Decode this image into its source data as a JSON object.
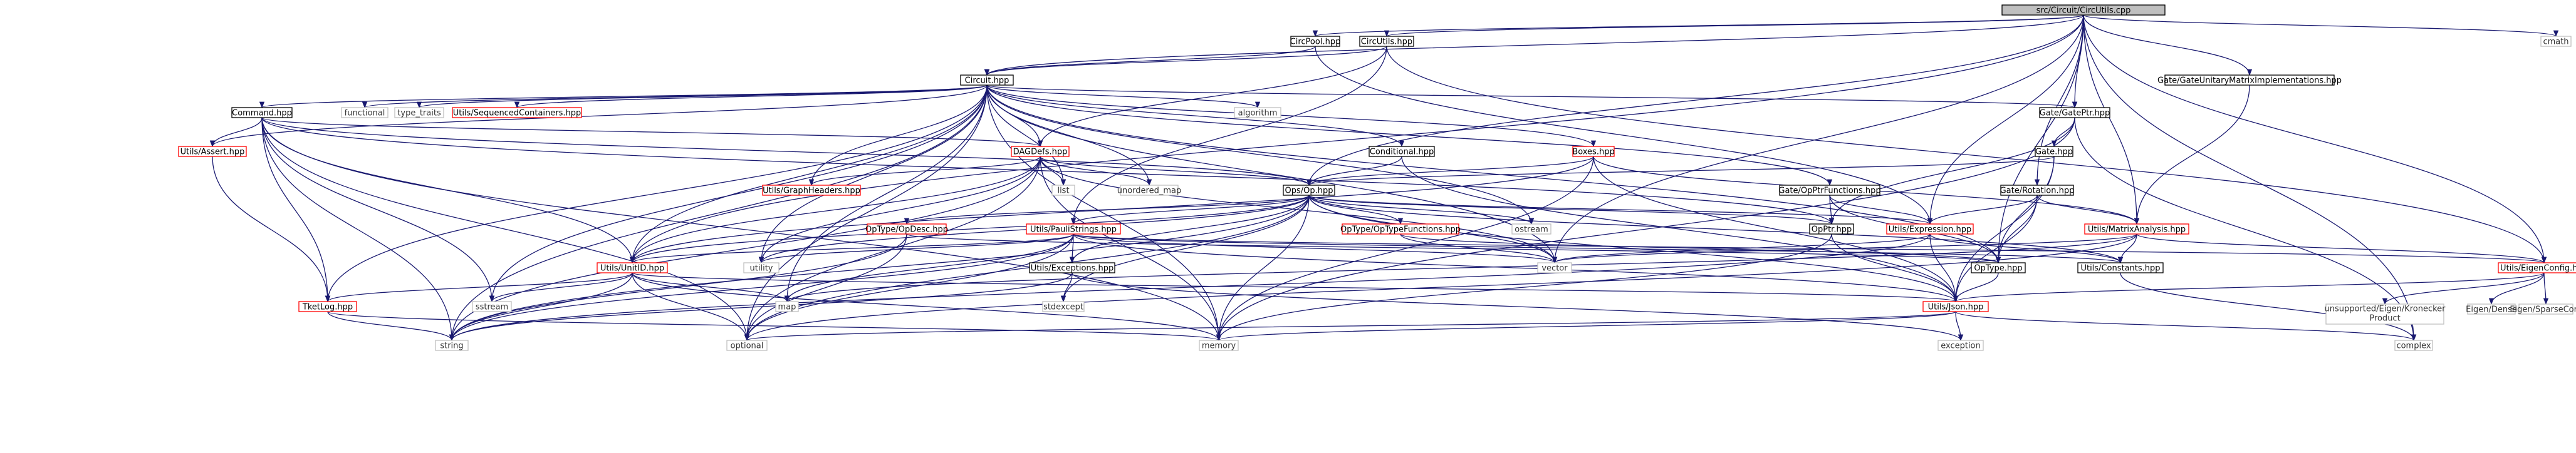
{
  "colors": {
    "edge": "#191970",
    "root_fill": "#bfbfbf",
    "border_default": "#000000",
    "border_red": "#ff0000",
    "border_system": "#bfbfbf",
    "background": "#ffffff"
  },
  "nodes": [
    {
      "id": "root",
      "label": "src/Circuit/CircUtils.cpp",
      "kind": "root"
    },
    {
      "id": "circpool",
      "label": "CircPool.hpp",
      "kind": "default"
    },
    {
      "id": "circutils",
      "label": "CircUtils.hpp",
      "kind": "default"
    },
    {
      "id": "circuit",
      "label": "Circuit.hpp",
      "kind": "default"
    },
    {
      "id": "cmath",
      "label": "cmath",
      "kind": "system"
    },
    {
      "id": "gateunitary",
      "label": "Gate/GateUnitaryMatrixImplementations.hpp",
      "kind": "default"
    },
    {
      "id": "gateptr",
      "label": "Gate/GatePtr.hpp",
      "kind": "default"
    },
    {
      "id": "gate",
      "label": "Gate.hpp",
      "kind": "default"
    },
    {
      "id": "rotation",
      "label": "Gate/Rotation.hpp",
      "kind": "default"
    },
    {
      "id": "command",
      "label": "Command.hpp",
      "kind": "default"
    },
    {
      "id": "functional",
      "label": "functional",
      "kind": "system"
    },
    {
      "id": "typetraits",
      "label": "type_traits",
      "kind": "system"
    },
    {
      "id": "seqcont",
      "label": "Utils/SequencedContainers.hpp",
      "kind": "red"
    },
    {
      "id": "algorithm",
      "label": "algorithm",
      "kind": "system"
    },
    {
      "id": "assert",
      "label": "Utils/Assert.hpp",
      "kind": "red"
    },
    {
      "id": "dagdefs",
      "label": "DAGDefs.hpp",
      "kind": "red"
    },
    {
      "id": "conditional",
      "label": "Conditional.hpp",
      "kind": "default"
    },
    {
      "id": "boxes",
      "label": "Boxes.hpp",
      "kind": "red"
    },
    {
      "id": "opptrfunc",
      "label": "Gate/OpPtrFunctions.hpp",
      "kind": "default"
    },
    {
      "id": "graphheaders",
      "label": "Utils/GraphHeaders.hpp",
      "kind": "red"
    },
    {
      "id": "list",
      "label": "list",
      "kind": "system"
    },
    {
      "id": "unorderedmap",
      "label": "unordered_map",
      "kind": "system"
    },
    {
      "id": "op",
      "label": "Ops/Op.hpp",
      "kind": "default"
    },
    {
      "id": "opdesc",
      "label": "OpType/OpDesc.hpp",
      "kind": "red"
    },
    {
      "id": "paulistrings",
      "label": "Utils/PauliStrings.hpp",
      "kind": "red"
    },
    {
      "id": "optypefunc",
      "label": "OpType/OpTypeFunctions.hpp",
      "kind": "red"
    },
    {
      "id": "ostream",
      "label": "ostream",
      "kind": "system"
    },
    {
      "id": "opptr",
      "label": "OpPtr.hpp",
      "kind": "default"
    },
    {
      "id": "expression",
      "label": "Utils/Expression.hpp",
      "kind": "red"
    },
    {
      "id": "matrixanalysis",
      "label": "Utils/MatrixAnalysis.hpp",
      "kind": "red"
    },
    {
      "id": "eigenconfig",
      "label": "Utils/EigenConfig.hpp",
      "kind": "red"
    },
    {
      "id": "unitid",
      "label": "Utils/UnitID.hpp",
      "kind": "red"
    },
    {
      "id": "utility",
      "label": "utility",
      "kind": "system"
    },
    {
      "id": "exceptions",
      "label": "Utils/Exceptions.hpp",
      "kind": "default"
    },
    {
      "id": "vector",
      "label": "vector",
      "kind": "system"
    },
    {
      "id": "optype",
      "label": "OpType.hpp",
      "kind": "default"
    },
    {
      "id": "constants",
      "label": "Utils/Constants.hpp",
      "kind": "default"
    },
    {
      "id": "sstream",
      "label": "sstream",
      "kind": "system"
    },
    {
      "id": "tketlog",
      "label": "TketLog.hpp",
      "kind": "red"
    },
    {
      "id": "map",
      "label": "map",
      "kind": "system"
    },
    {
      "id": "stdexcept",
      "label": "stdexcept",
      "kind": "system"
    },
    {
      "id": "json",
      "label": "Utils/Json.hpp",
      "kind": "red"
    },
    {
      "id": "string",
      "label": "string",
      "kind": "system"
    },
    {
      "id": "optional",
      "label": "optional",
      "kind": "system"
    },
    {
      "id": "memory",
      "label": "memory",
      "kind": "system"
    },
    {
      "id": "exception",
      "label": "exception",
      "kind": "system"
    },
    {
      "id": "complex",
      "label": "complex",
      "kind": "system"
    },
    {
      "id": "kronecker",
      "label": "unsupported/Eigen/Kronecker\nProduct",
      "kind": "system"
    },
    {
      "id": "eigendense",
      "label": "Eigen/Dense",
      "kind": "system"
    },
    {
      "id": "eigensparse",
      "label": "Eigen/SparseCore",
      "kind": "system"
    }
  ],
  "edges": [
    [
      "root",
      "circpool"
    ],
    [
      "root",
      "circutils"
    ],
    [
      "root",
      "circuit"
    ],
    [
      "root",
      "cmath"
    ],
    [
      "root",
      "gateunitary"
    ],
    [
      "root",
      "gateptr"
    ],
    [
      "root",
      "rotation"
    ],
    [
      "root",
      "op"
    ],
    [
      "root",
      "expression"
    ],
    [
      "root",
      "matrixanalysis"
    ],
    [
      "root",
      "eigenconfig"
    ],
    [
      "root",
      "unitid"
    ],
    [
      "root",
      "vector"
    ],
    [
      "root",
      "complex"
    ],
    [
      "root",
      "optype"
    ],
    [
      "circpool",
      "circuit"
    ],
    [
      "circpool",
      "expression"
    ],
    [
      "circutils",
      "circuit"
    ],
    [
      "circutils",
      "dagdefs"
    ],
    [
      "circutils",
      "paulistrings"
    ],
    [
      "circutils",
      "eigenconfig"
    ],
    [
      "circuit",
      "command"
    ],
    [
      "circuit",
      "functional"
    ],
    [
      "circuit",
      "typetraits"
    ],
    [
      "circuit",
      "seqcont"
    ],
    [
      "circuit",
      "algorithm"
    ],
    [
      "circuit",
      "assert"
    ],
    [
      "circuit",
      "dagdefs"
    ],
    [
      "circuit",
      "conditional"
    ],
    [
      "circuit",
      "boxes"
    ],
    [
      "circuit",
      "opptrfunc"
    ],
    [
      "circuit",
      "graphheaders"
    ],
    [
      "circuit",
      "list"
    ],
    [
      "circuit",
      "unorderedmap"
    ],
    [
      "circuit",
      "ostream"
    ],
    [
      "circuit",
      "gateptr"
    ],
    [
      "circuit",
      "unitid"
    ],
    [
      "circuit",
      "utility"
    ],
    [
      "circuit",
      "vector"
    ],
    [
      "circuit",
      "sstream"
    ],
    [
      "circuit",
      "tketlog"
    ],
    [
      "circuit",
      "map"
    ],
    [
      "circuit",
      "string"
    ],
    [
      "circuit",
      "optional"
    ],
    [
      "circuit",
      "memory"
    ],
    [
      "circuit",
      "optype"
    ],
    [
      "command",
      "dagdefs"
    ],
    [
      "command",
      "unitid"
    ],
    [
      "command",
      "opptr"
    ],
    [
      "command",
      "assert"
    ],
    [
      "command",
      "tketlog"
    ],
    [
      "command",
      "sstream"
    ],
    [
      "command",
      "string"
    ],
    [
      "command",
      "optional"
    ],
    [
      "command",
      "memory"
    ],
    [
      "command",
      "op"
    ],
    [
      "gateunitary",
      "matrixanalysis"
    ],
    [
      "gateptr",
      "gate"
    ],
    [
      "gateptr",
      "opptr"
    ],
    [
      "gateptr",
      "memory"
    ],
    [
      "gateptr",
      "complex"
    ],
    [
      "gate",
      "op"
    ],
    [
      "gate",
      "optype"
    ],
    [
      "gate",
      "json"
    ],
    [
      "rotation",
      "expression"
    ],
    [
      "rotation",
      "matrixanalysis"
    ],
    [
      "rotation",
      "optype"
    ],
    [
      "rotation",
      "json"
    ],
    [
      "assert",
      "tketlog"
    ],
    [
      "dagdefs",
      "graphheaders"
    ],
    [
      "dagdefs",
      "list"
    ],
    [
      "dagdefs",
      "unorderedmap"
    ],
    [
      "dagdefs",
      "op"
    ],
    [
      "dagdefs",
      "unitid"
    ],
    [
      "dagdefs",
      "utility"
    ],
    [
      "dagdefs",
      "vector"
    ],
    [
      "dagdefs",
      "string"
    ],
    [
      "dagdefs",
      "optional"
    ],
    [
      "dagdefs",
      "memory"
    ],
    [
      "conditional",
      "op"
    ],
    [
      "conditional",
      "json"
    ],
    [
      "boxes",
      "op"
    ],
    [
      "boxes",
      "matrixanalysis"
    ],
    [
      "boxes",
      "json"
    ],
    [
      "boxes",
      "memory"
    ],
    [
      "boxes",
      "unitid"
    ],
    [
      "opptrfunc",
      "opptr"
    ],
    [
      "opptrfunc",
      "expression"
    ],
    [
      "opptrfunc",
      "optype"
    ],
    [
      "op",
      "opdesc"
    ],
    [
      "op",
      "paulistrings"
    ],
    [
      "op",
      "optypefunc"
    ],
    [
      "op",
      "ostream"
    ],
    [
      "op",
      "opptr"
    ],
    [
      "op",
      "expression"
    ],
    [
      "op",
      "constants"
    ],
    [
      "op",
      "json"
    ],
    [
      "op",
      "unitid"
    ],
    [
      "op",
      "vector"
    ],
    [
      "op",
      "utility"
    ],
    [
      "op",
      "stdexcept"
    ],
    [
      "op",
      "string"
    ],
    [
      "op",
      "optional"
    ],
    [
      "op",
      "memory"
    ],
    [
      "op",
      "exceptions"
    ],
    [
      "opdesc",
      "optype"
    ],
    [
      "opdesc",
      "string"
    ],
    [
      "opdesc",
      "optional"
    ],
    [
      "optypefunc",
      "optype"
    ],
    [
      "optypefunc",
      "vector"
    ],
    [
      "paulistrings",
      "unitid"
    ],
    [
      "paulistrings",
      "exceptions"
    ],
    [
      "paulistrings",
      "constants"
    ],
    [
      "paulistrings",
      "eigenconfig"
    ],
    [
      "paulistrings",
      "json"
    ],
    [
      "paulistrings",
      "utility"
    ],
    [
      "paulistrings",
      "vector"
    ],
    [
      "paulistrings",
      "map"
    ],
    [
      "paulistrings",
      "string"
    ],
    [
      "paulistrings",
      "optional"
    ],
    [
      "opptr",
      "json"
    ],
    [
      "opptr",
      "memory"
    ],
    [
      "expression",
      "json"
    ],
    [
      "expression",
      "constants"
    ],
    [
      "expression",
      "vector"
    ],
    [
      "expression",
      "string"
    ],
    [
      "matrixanalysis",
      "eigenconfig"
    ],
    [
      "matrixanalysis",
      "constants"
    ],
    [
      "matrixanalysis",
      "vector"
    ],
    [
      "matrixanalysis",
      "map"
    ],
    [
      "matrixanalysis",
      "optional"
    ],
    [
      "eigenconfig",
      "json"
    ],
    [
      "eigenconfig",
      "kronecker"
    ],
    [
      "eigenconfig",
      "eigendense"
    ],
    [
      "eigenconfig",
      "eigensparse"
    ],
    [
      "unitid",
      "json"
    ],
    [
      "unitid",
      "sstream"
    ],
    [
      "unitid",
      "tketlog"
    ],
    [
      "unitid",
      "map"
    ],
    [
      "unitid",
      "string"
    ],
    [
      "unitid",
      "optional"
    ],
    [
      "unitid",
      "memory"
    ],
    [
      "exceptions",
      "stdexcept"
    ],
    [
      "exceptions",
      "string"
    ],
    [
      "exceptions",
      "exception"
    ],
    [
      "optype",
      "json"
    ],
    [
      "constants",
      "complex"
    ],
    [
      "tketlog",
      "string"
    ],
    [
      "tketlog",
      "memory"
    ],
    [
      "json",
      "complex"
    ],
    [
      "json",
      "exception"
    ],
    [
      "json",
      "optional"
    ],
    [
      "json",
      "memory"
    ]
  ]
}
